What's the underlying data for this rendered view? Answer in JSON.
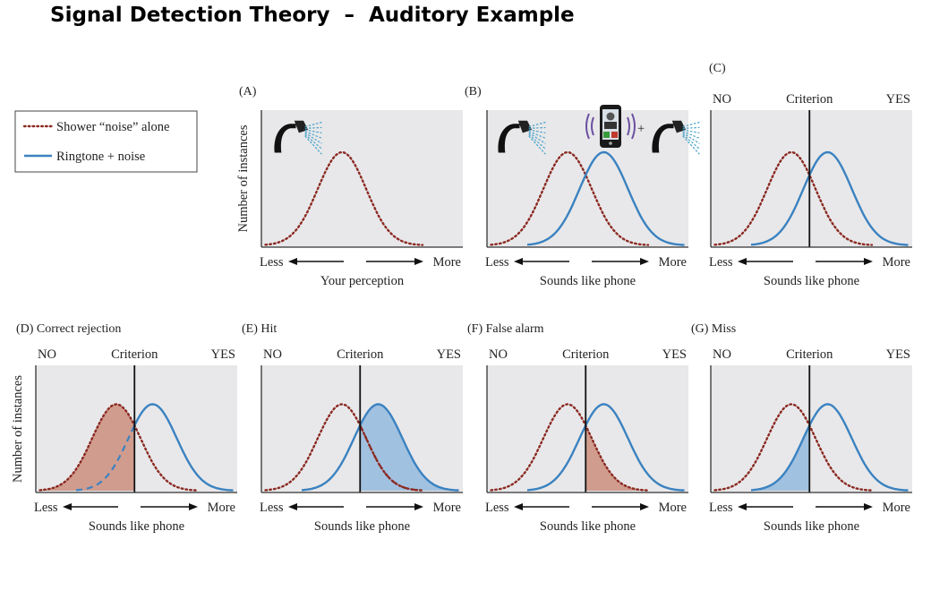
{
  "title": "Signal Detection Theory  –  Auditory Example",
  "legend": {
    "noise_label": "Shower “noise” alone",
    "signal_label": "Ringtone + noise"
  },
  "y_label": "Number of instances",
  "less": "Less",
  "more": "More",
  "no": "NO",
  "yes": "YES",
  "criterion": "Criterion",
  "panels": [
    {
      "id": "A",
      "label": "(A)",
      "xlabel": "Your perception",
      "show_noise": true,
      "show_signal": false,
      "criterion": false,
      "icons": [
        "shower-icon"
      ]
    },
    {
      "id": "B",
      "label": "(B)",
      "xlabel": "Sounds like phone",
      "show_noise": true,
      "show_signal": true,
      "criterion": false,
      "icons": [
        "shower-icon",
        "phone-icon",
        "shower-icon"
      ],
      "plus": "+"
    },
    {
      "id": "C",
      "label": "(C)",
      "xlabel": "Sounds like phone",
      "show_noise": true,
      "show_signal": true,
      "criterion": true
    },
    {
      "id": "D",
      "label": "(D)  Correct rejection",
      "xlabel": "Sounds like phone",
      "criterion": true,
      "shade": "correct-rejection"
    },
    {
      "id": "E",
      "label": "(E)  Hit",
      "xlabel": "Sounds like phone",
      "criterion": true,
      "shade": "hit"
    },
    {
      "id": "F",
      "label": "(F)  False alarm",
      "xlabel": "Sounds like phone",
      "criterion": true,
      "shade": "false-alarm"
    },
    {
      "id": "G",
      "label": "(G)  Miss",
      "xlabel": "Sounds like phone",
      "criterion": true,
      "shade": "miss"
    }
  ],
  "colors": {
    "noise": "#8b2a22",
    "signal": "#3b82c0",
    "bg": "#e8e8ea"
  }
}
